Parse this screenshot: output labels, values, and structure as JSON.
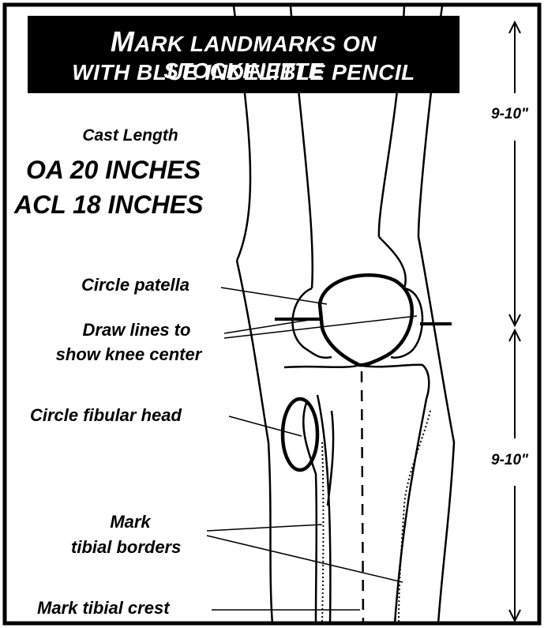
{
  "banner": {
    "line1_first_letter": "M",
    "line1_rest": "ARK LANDMARKS ON STOCKINETTE",
    "line2": "WITH BLUE INDELIBLE PENCIL"
  },
  "cast_length": {
    "heading": "Cast Length",
    "oa": "OA 20 INCHES",
    "acl": "ACL 18 INCHES"
  },
  "labels": {
    "circle_patella": "Circle patella",
    "knee_center_line1": "Draw lines to",
    "knee_center_line2": "show knee center",
    "fibular_head": "Circle fibular head",
    "tibial_borders_line1": "Mark",
    "tibial_borders_line2": "tibial borders",
    "tibial_crest": "Mark tibial crest"
  },
  "measurements": {
    "upper": "9-10\"",
    "lower": "9-10\""
  }
}
